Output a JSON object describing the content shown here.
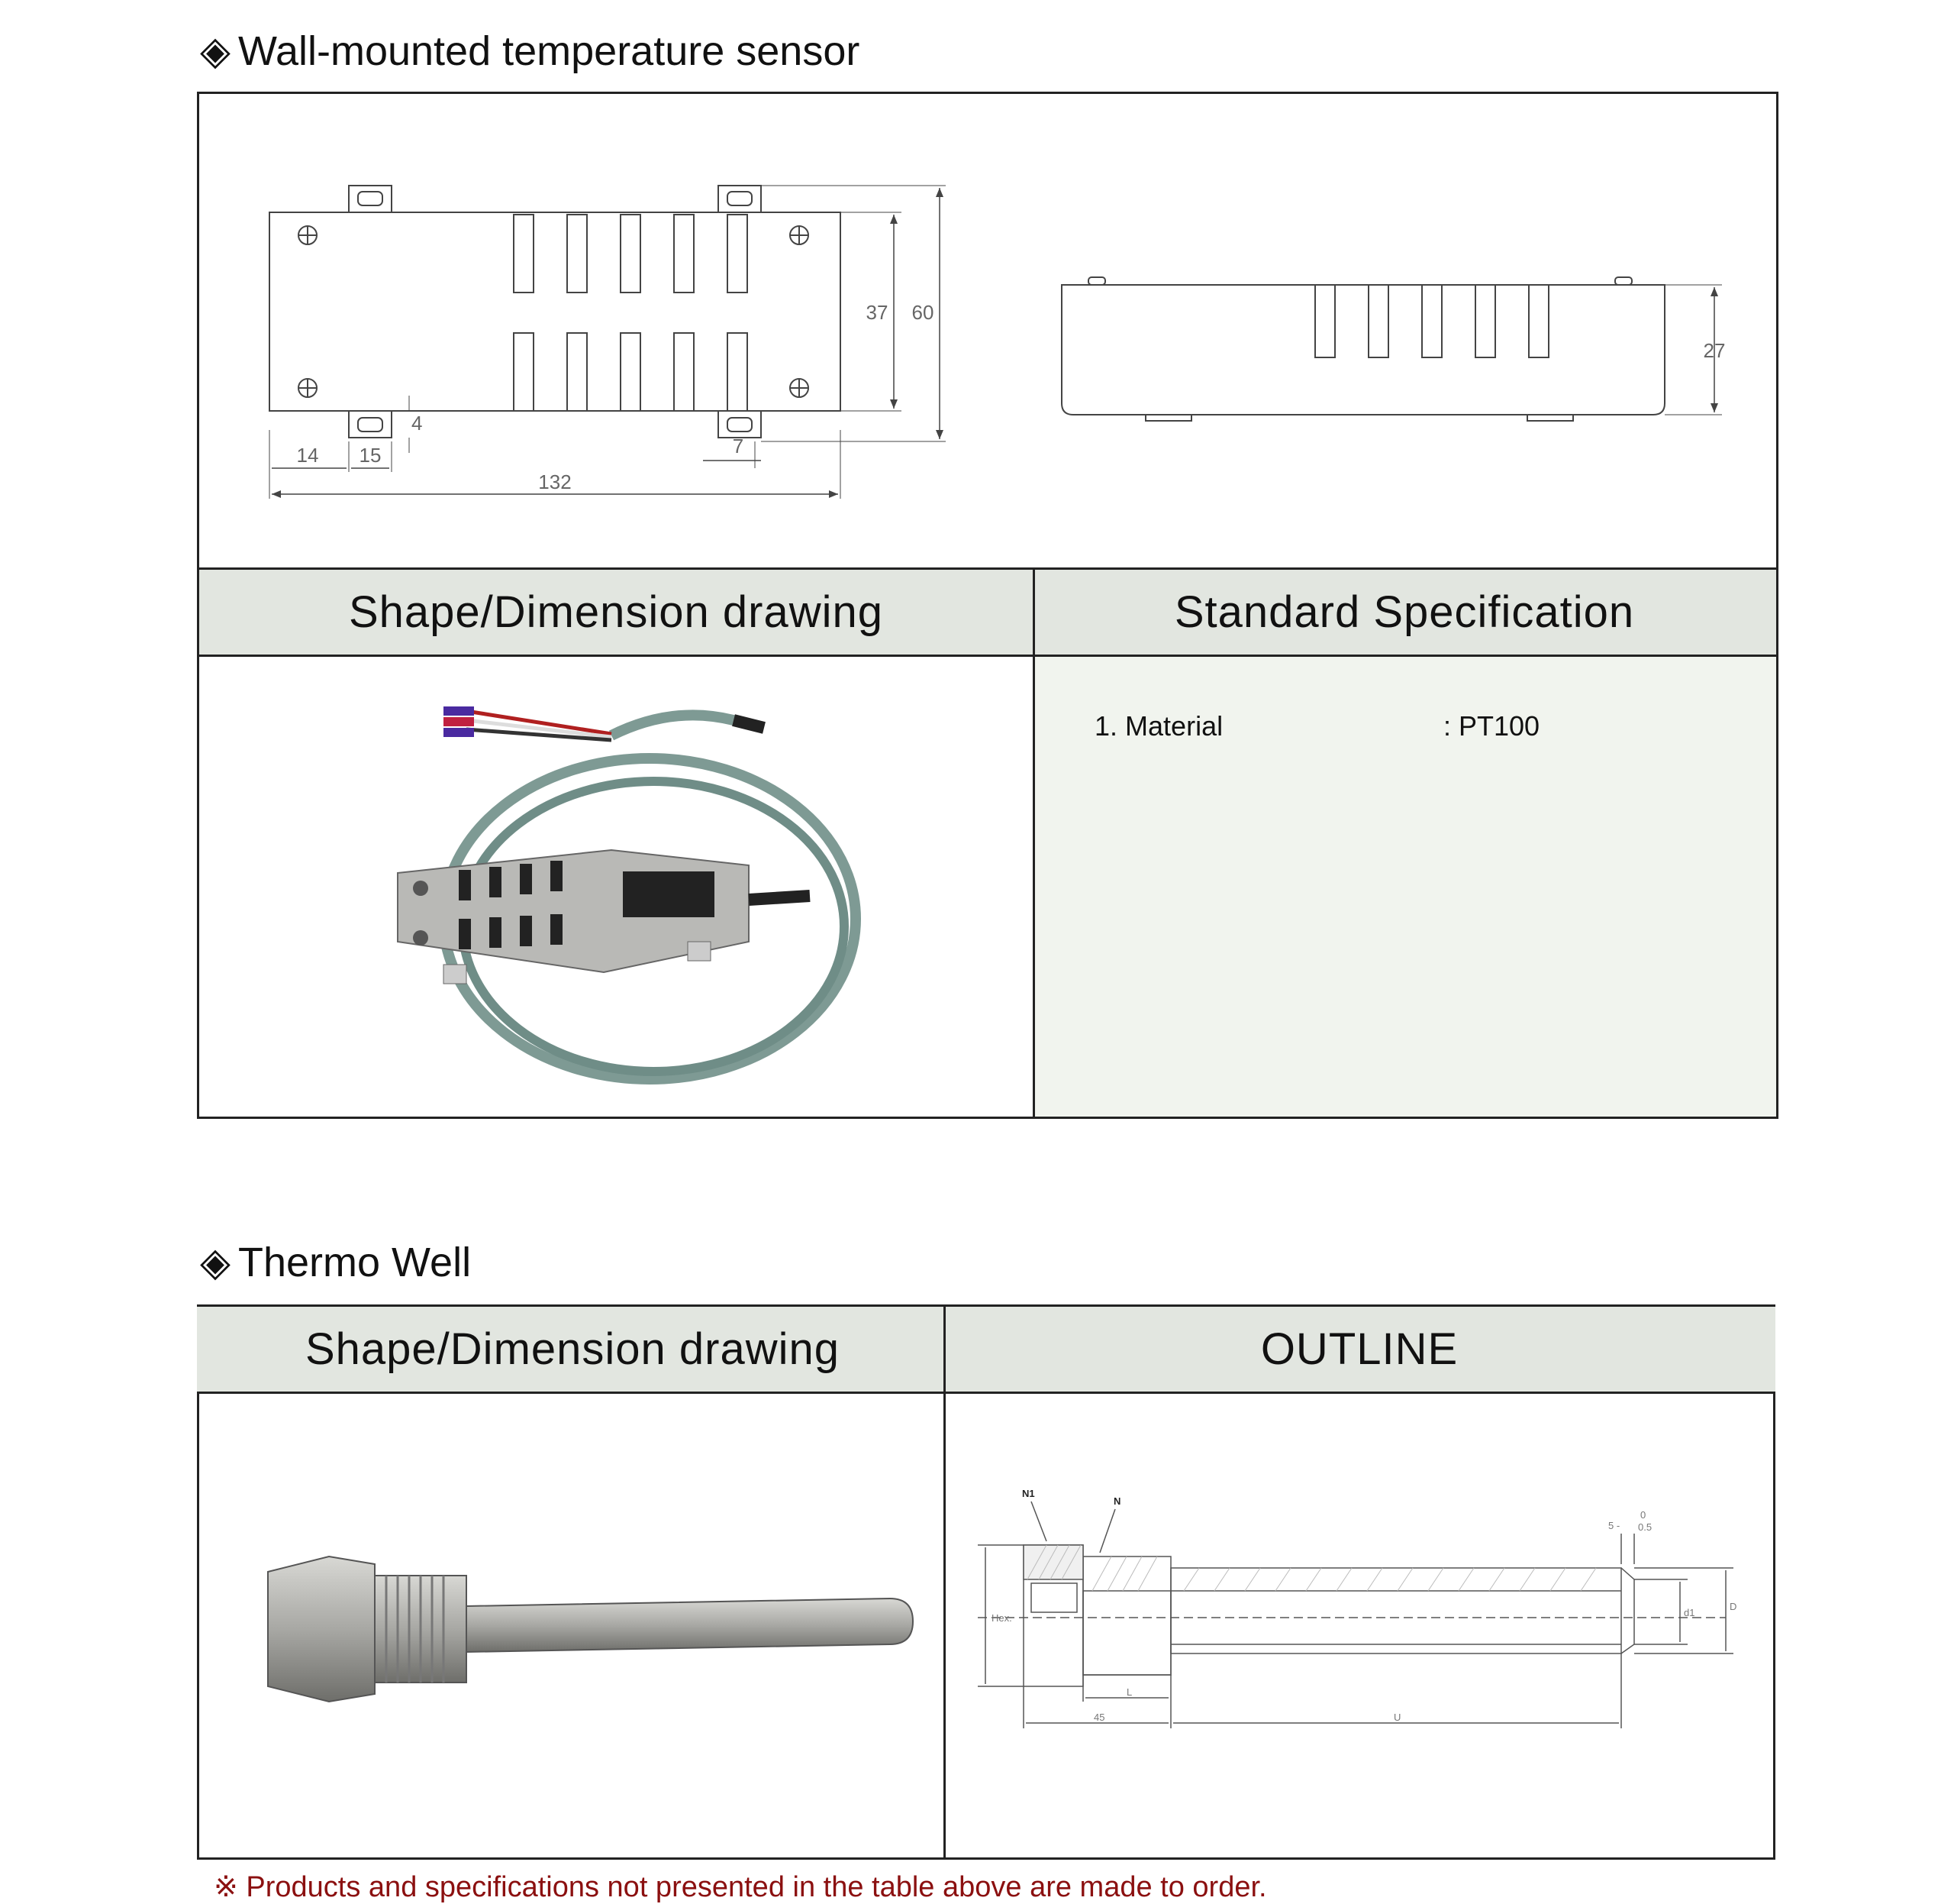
{
  "section1": {
    "title": "Wall-mounted temperature sensor",
    "drawing_dims": {
      "d37": "37",
      "d60": "60",
      "d4": "4",
      "d14": "14",
      "d15": "15",
      "d7": "7",
      "d132": "132",
      "d27": "27"
    },
    "headers": {
      "left": "Shape/Dimension drawing",
      "right": "Standard Specification"
    },
    "spec": [
      {
        "num": "1.",
        "label": "Material",
        "value": ": PT100"
      }
    ]
  },
  "section2": {
    "title": "Thermo Well",
    "headers": {
      "left": "Shape/Dimension drawing",
      "right": "OUTLINE"
    },
    "outline_labels": {
      "n1": "N1",
      "n": "N",
      "hex": "Hex.",
      "l": "L",
      "d45": "45",
      "u": "U",
      "d1": "d1",
      "D": "D",
      "tol_top": "0",
      "tol_mid": "5 -",
      "tol_bot": "0.5"
    }
  },
  "footer_note": {
    "mark": "※",
    "text": "Products and specifications not presented in the table above are made to order."
  }
}
